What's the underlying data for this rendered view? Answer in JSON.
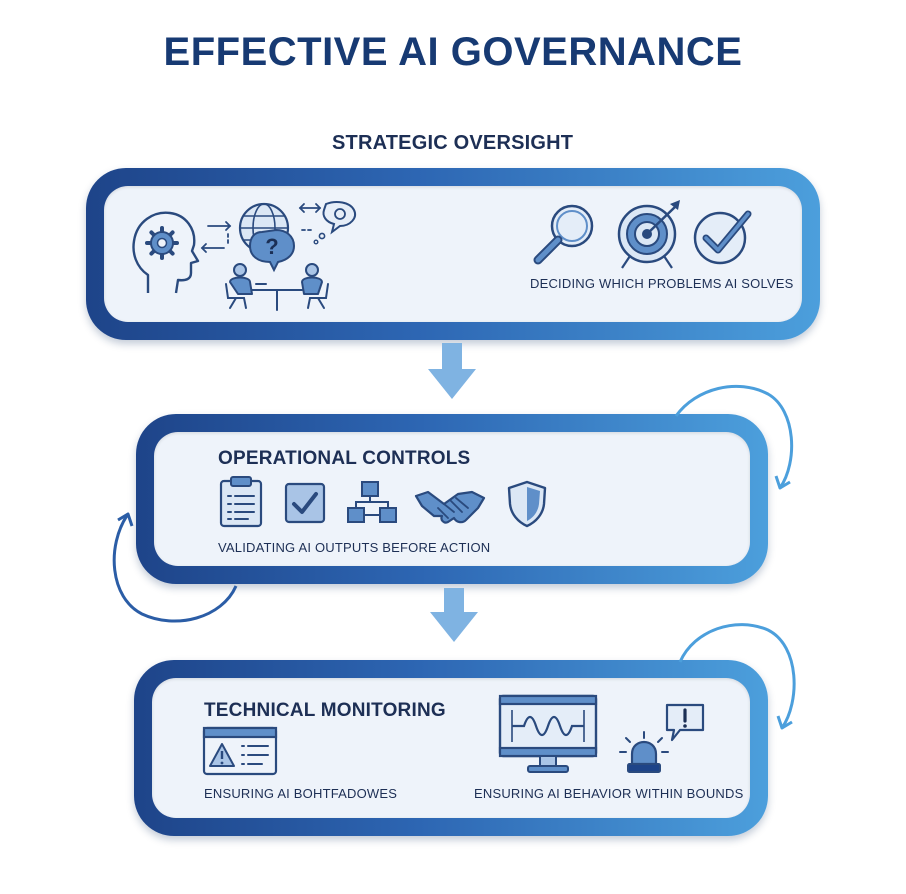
{
  "title": "EFFECTIVE AI GOVERNANCE",
  "sections": [
    {
      "heading": "STRATEGIC OVERSIGHT",
      "caption": "DECIDING WHICH PROBLEMS AI SOLVES",
      "icons": [
        "head-gear-icon",
        "globe-question-icon",
        "speech-bubble-icon",
        "meeting-people-icon",
        "magnifier-icon",
        "target-icon",
        "checkmark-icon"
      ]
    },
    {
      "heading": "OPERATIONAL CONTROLS",
      "caption": "VALIDATING AI OUTPUTS BEFORE ACTION",
      "icons": [
        "clipboard-icon",
        "checkbox-icon",
        "flowchart-icon",
        "handshake-icon",
        "shield-icon"
      ]
    },
    {
      "heading": "TECHNICAL MONITORING",
      "caption_left": "ENSURING AI BOHTFADOWES",
      "caption_right": "ENSURING AI BEHAVIOR WITHIN BOUNDS",
      "icons": [
        "alert-window-icon",
        "monitor-waveform-icon",
        "siren-icon",
        "alert-bubble-icon"
      ]
    }
  ],
  "colors": {
    "dark_blue": "#1e4489",
    "mid_blue": "#2d66b3",
    "light_blue": "#4c9fdc",
    "panel_fill": "#eef3fa",
    "arrow": "#7fb3e2"
  }
}
